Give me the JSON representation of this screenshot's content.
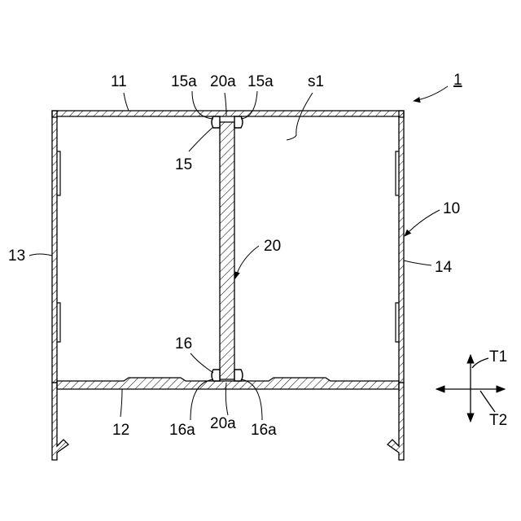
{
  "figure": {
    "ref_main": "1",
    "labels": {
      "l10": "10",
      "l11": "11",
      "l12": "12",
      "l13": "13",
      "l14": "14",
      "l15": "15",
      "l15a_left": "15a",
      "l15a_right": "15a",
      "l16": "16",
      "l16a_left": "16a",
      "l16a_right": "16a",
      "l20": "20",
      "l20a_top": "20a",
      "l20a_bottom": "20a",
      "ls1": "s1",
      "lT1": "T1",
      "lT2": "T2"
    }
  }
}
